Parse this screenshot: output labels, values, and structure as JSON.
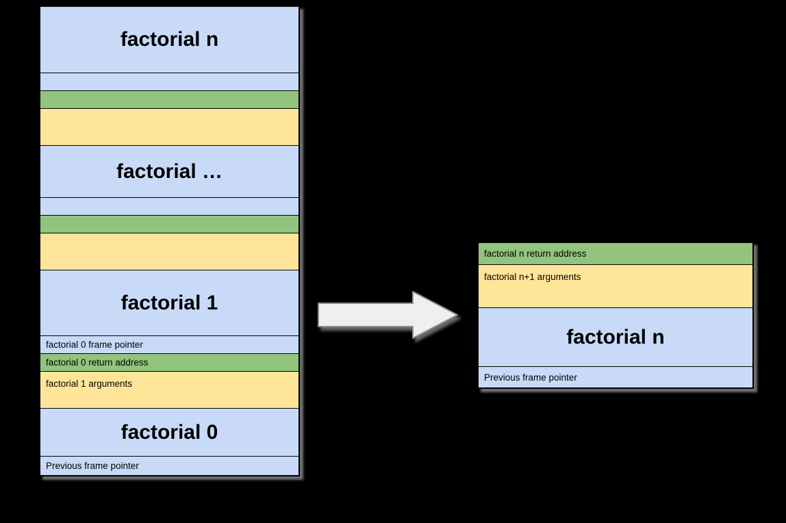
{
  "palette": {
    "frame_blue": "#c9daf8",
    "return_green": "#93c47d",
    "args_yellow": "#ffe599",
    "border": "#000000",
    "background": "#000000",
    "arrow_fill": "#efefef",
    "arrow_border": "#8f8f8f"
  },
  "left_stack": {
    "rows": [
      {
        "kind": "frame",
        "label": "factorial n"
      },
      {
        "kind": "frame-pointer",
        "label": ""
      },
      {
        "kind": "return-address",
        "label": ""
      },
      {
        "kind": "arguments",
        "label": ""
      },
      {
        "kind": "frame",
        "label": "factorial …"
      },
      {
        "kind": "frame-pointer",
        "label": ""
      },
      {
        "kind": "return-address",
        "label": ""
      },
      {
        "kind": "arguments",
        "label": ""
      },
      {
        "kind": "frame",
        "label": "factorial 1"
      },
      {
        "kind": "frame-pointer",
        "label": "factorial 0 frame pointer"
      },
      {
        "kind": "return-address",
        "label": "factorial 0 return address"
      },
      {
        "kind": "arguments",
        "label": "factorial 1 arguments"
      },
      {
        "kind": "frame",
        "label": "factorial 0"
      },
      {
        "kind": "frame-pointer",
        "label": "Previous frame pointer"
      }
    ]
  },
  "right_stack": {
    "rows": [
      {
        "kind": "return-address",
        "label": "factorial n return address"
      },
      {
        "kind": "arguments",
        "label": "factorial n+1 arguments"
      },
      {
        "kind": "frame",
        "label": "factorial n"
      },
      {
        "kind": "frame-pointer",
        "label": "Previous frame pointer"
      }
    ]
  },
  "arrow": {
    "direction": "right"
  }
}
